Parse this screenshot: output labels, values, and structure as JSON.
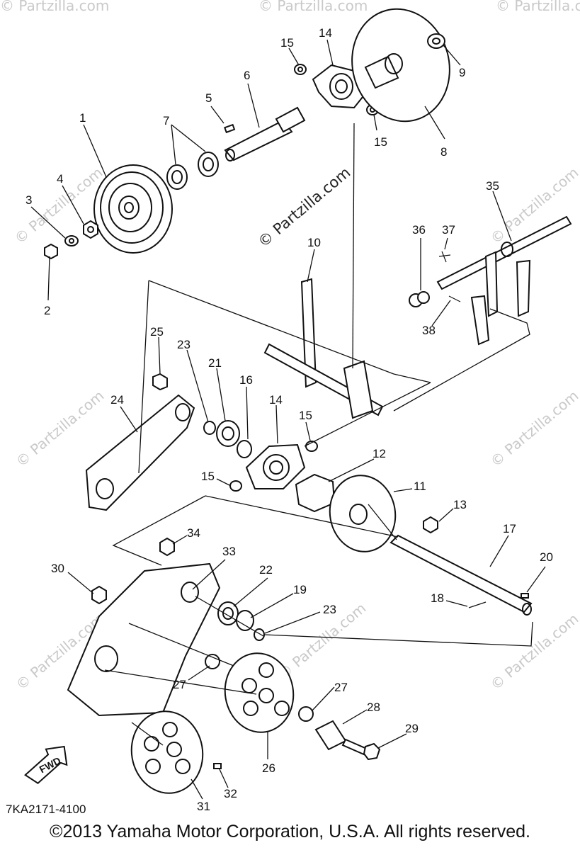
{
  "watermark": {
    "center_text": "© Partzilla.com",
    "faint_text": "© Partzilla.com"
  },
  "diagram_code": "7KA2171-4100",
  "fwd_label": "FWD",
  "copyright": "©2013 Yamaha Motor Corporation, U.S.A. All rights reserved.",
  "callouts": [
    "1",
    "2",
    "3",
    "4",
    "5",
    "6",
    "7",
    "8",
    "9",
    "10",
    "11",
    "12",
    "13",
    "14",
    "14",
    "15",
    "15",
    "15",
    "15",
    "16",
    "17",
    "18",
    "19",
    "20",
    "21",
    "22",
    "23",
    "23",
    "24",
    "25",
    "26",
    "27",
    "27",
    "28",
    "29",
    "30",
    "31",
    "32",
    "33",
    "34",
    "35",
    "36",
    "37",
    "38"
  ]
}
